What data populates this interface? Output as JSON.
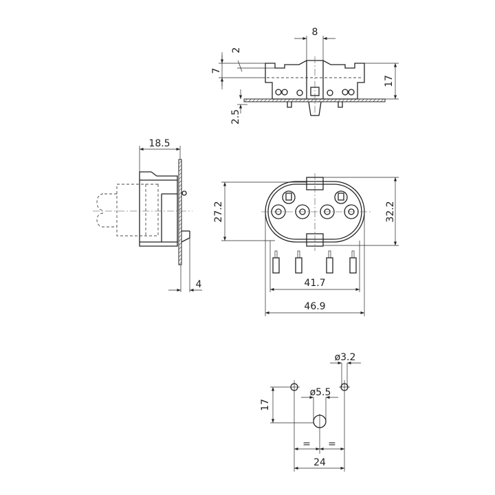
{
  "drawing": {
    "top_view": {
      "dims": {
        "width_center": "8",
        "offset_top": "2",
        "depth": "7",
        "height": "17",
        "below_plate": "2.5"
      }
    },
    "side_view": {
      "dims": {
        "depth": "18.5",
        "plate_thickness": "4"
      }
    },
    "front_view": {
      "dims": {
        "inner_height": "27.2",
        "outer_height": "32.2",
        "pin_span": "41.7",
        "overall_width": "46.9"
      }
    },
    "cutout": {
      "dims": {
        "small_hole": "ø3.2",
        "center_hole": "ø5.5",
        "vertical_spacing": "17",
        "equal_left": "=",
        "equal_right": "=",
        "hole_spacing": "24"
      }
    }
  }
}
